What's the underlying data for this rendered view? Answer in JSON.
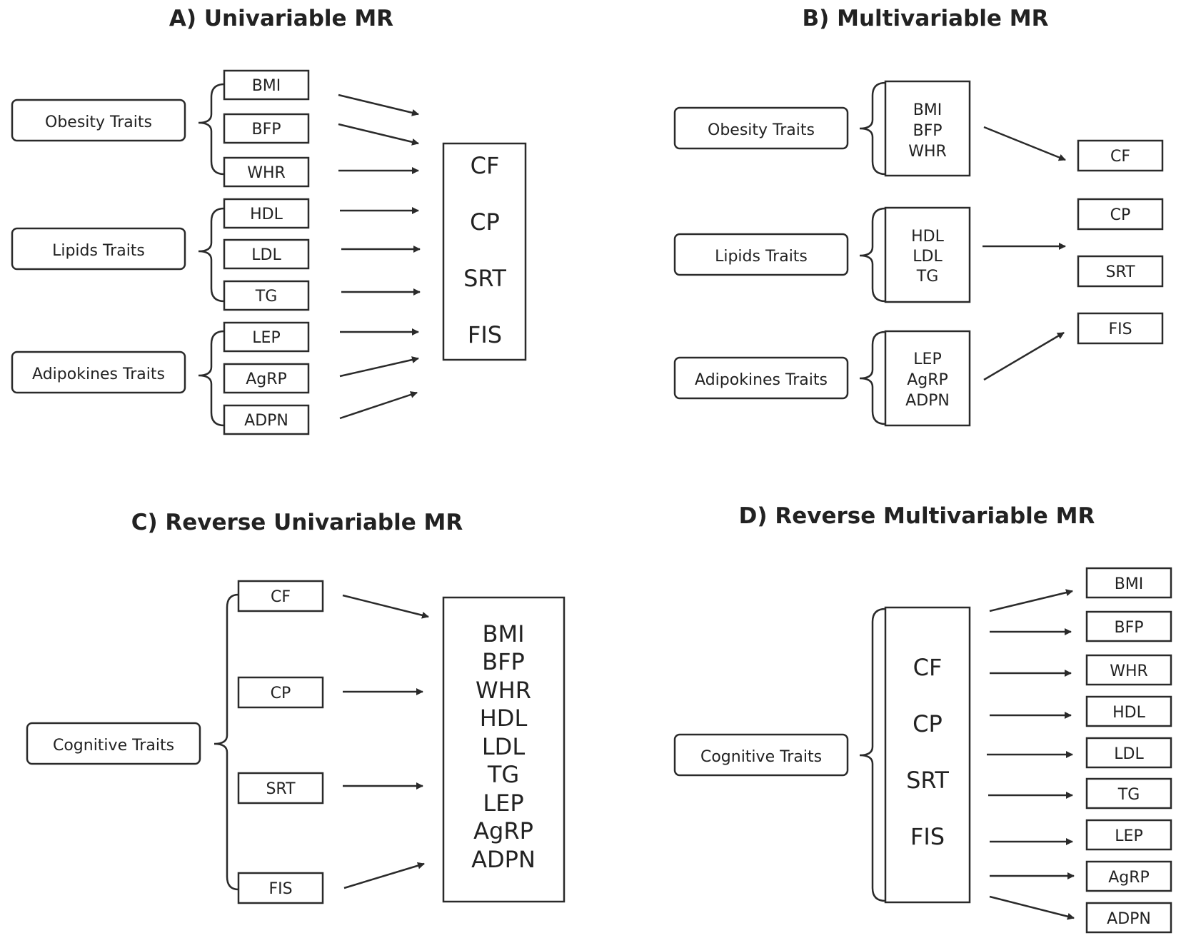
{
  "panel_a": {
    "title": "A) Univariable MR",
    "groups": [
      "Obesity Traits",
      "Lipids Traits",
      "Adipokines Traits"
    ],
    "exposures": [
      "BMI",
      "BFP",
      "WHR",
      "HDL",
      "LDL",
      "TG",
      "LEP",
      "AgRP",
      "ADPN"
    ],
    "outcomes": [
      "CF",
      "CP",
      "SRT",
      "FIS"
    ]
  },
  "panel_b": {
    "title": "B) Multivariable MR",
    "groups": [
      "Obesity Traits",
      "Lipids Traits",
      "Adipokines Traits"
    ],
    "exposure_sets": [
      [
        "BMI",
        "BFP",
        "WHR"
      ],
      [
        "HDL",
        "LDL",
        "TG"
      ],
      [
        "LEP",
        "AgRP",
        "ADPN"
      ]
    ],
    "outcomes": [
      "CF",
      "CP",
      "SRT",
      "FIS"
    ]
  },
  "panel_c": {
    "title": "C) Reverse Univariable MR",
    "group": "Cognitive Traits",
    "exposures": [
      "CF",
      "CP",
      "SRT",
      "FIS"
    ],
    "outcomes": [
      "BMI",
      "BFP",
      "WHR",
      "HDL",
      "LDL",
      "TG",
      "LEP",
      "AgRP",
      "ADPN"
    ]
  },
  "panel_d": {
    "title": "D) Reverse Multivariable  MR",
    "group": "Cognitive Traits",
    "exposures": [
      "CF",
      "CP",
      "SRT",
      "FIS"
    ],
    "outcomes": [
      "BMI",
      "BFP",
      "WHR",
      "HDL",
      "LDL",
      "TG",
      "LEP",
      "AgRP",
      "ADPN"
    ]
  }
}
